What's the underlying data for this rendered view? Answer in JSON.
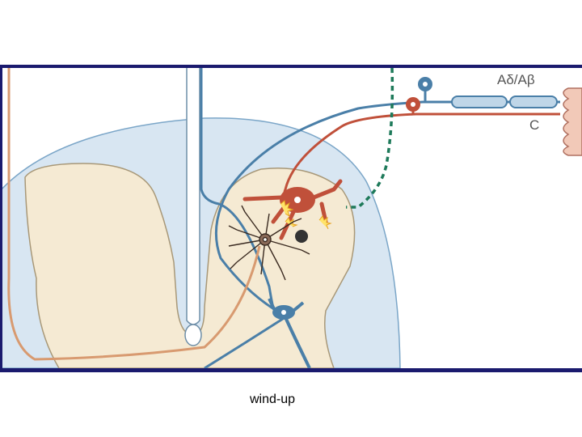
{
  "figure": {
    "labels": {
      "fiber_a": "Aδ/Aβ",
      "fiber_c": "C"
    },
    "colors": {
      "frame": "#1a1a6e",
      "white_matter": "#d8e6f2",
      "grey_matter": "#f5ead3",
      "a_fiber": "#4a7fa8",
      "c_fiber": "#c0503a",
      "descending_path": "#1e7a5a",
      "projection_tract": "#d89a70",
      "skin": "#f2c9b8"
    }
  },
  "caption": "wind-up"
}
